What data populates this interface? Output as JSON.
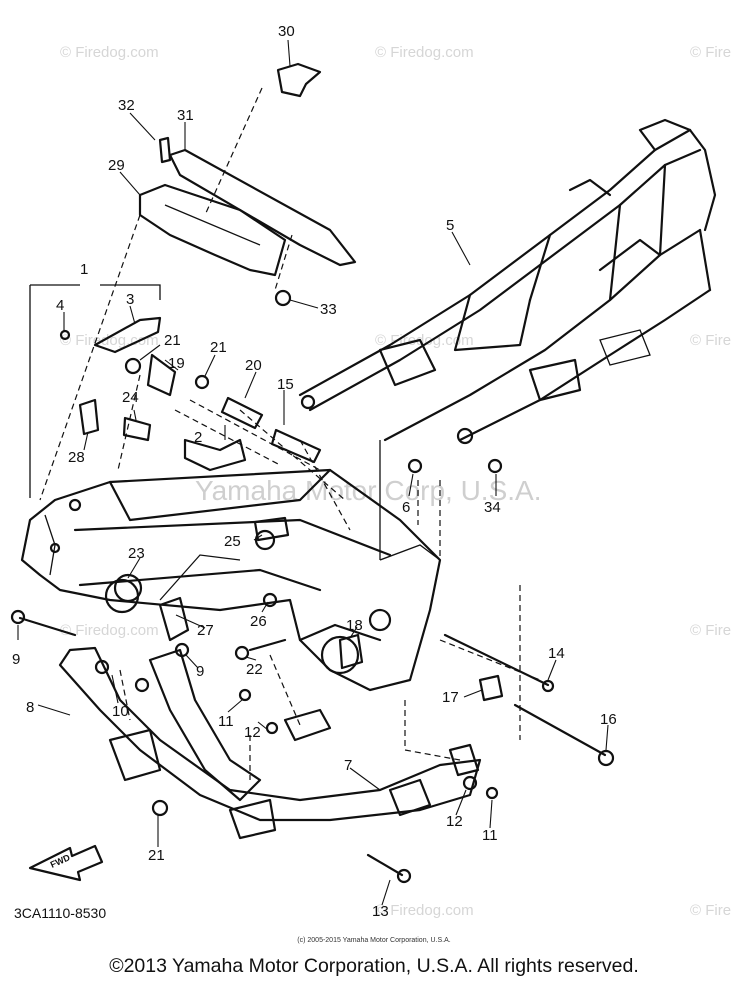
{
  "watermarks": {
    "brand": "© Firedog.com",
    "brand_short": "© Fire",
    "center": "Yamaha Motor Corp, U.S.A."
  },
  "callouts": [
    "1",
    "2",
    "3",
    "4",
    "5",
    "6",
    "7",
    "8",
    "9",
    "10",
    "11",
    "12",
    "13",
    "14",
    "15",
    "16",
    "17",
    "18",
    "19",
    "20",
    "21",
    "22",
    "23",
    "24",
    "25",
    "26",
    "27",
    "28",
    "29",
    "30",
    "31",
    "32",
    "33",
    "34"
  ],
  "fwd_label": "FWD",
  "diagram_code": "3CA1110-8530",
  "copyright_small": "(c) 2005-2015 Yamaha Motor Corporation, U.S.A.",
  "copyright_main": "©2013 Yamaha Motor Corporation, U.S.A. All rights reserved.",
  "colors": {
    "ink": "#111111",
    "watermark": "#d6d6d6",
    "background": "#ffffff"
  }
}
